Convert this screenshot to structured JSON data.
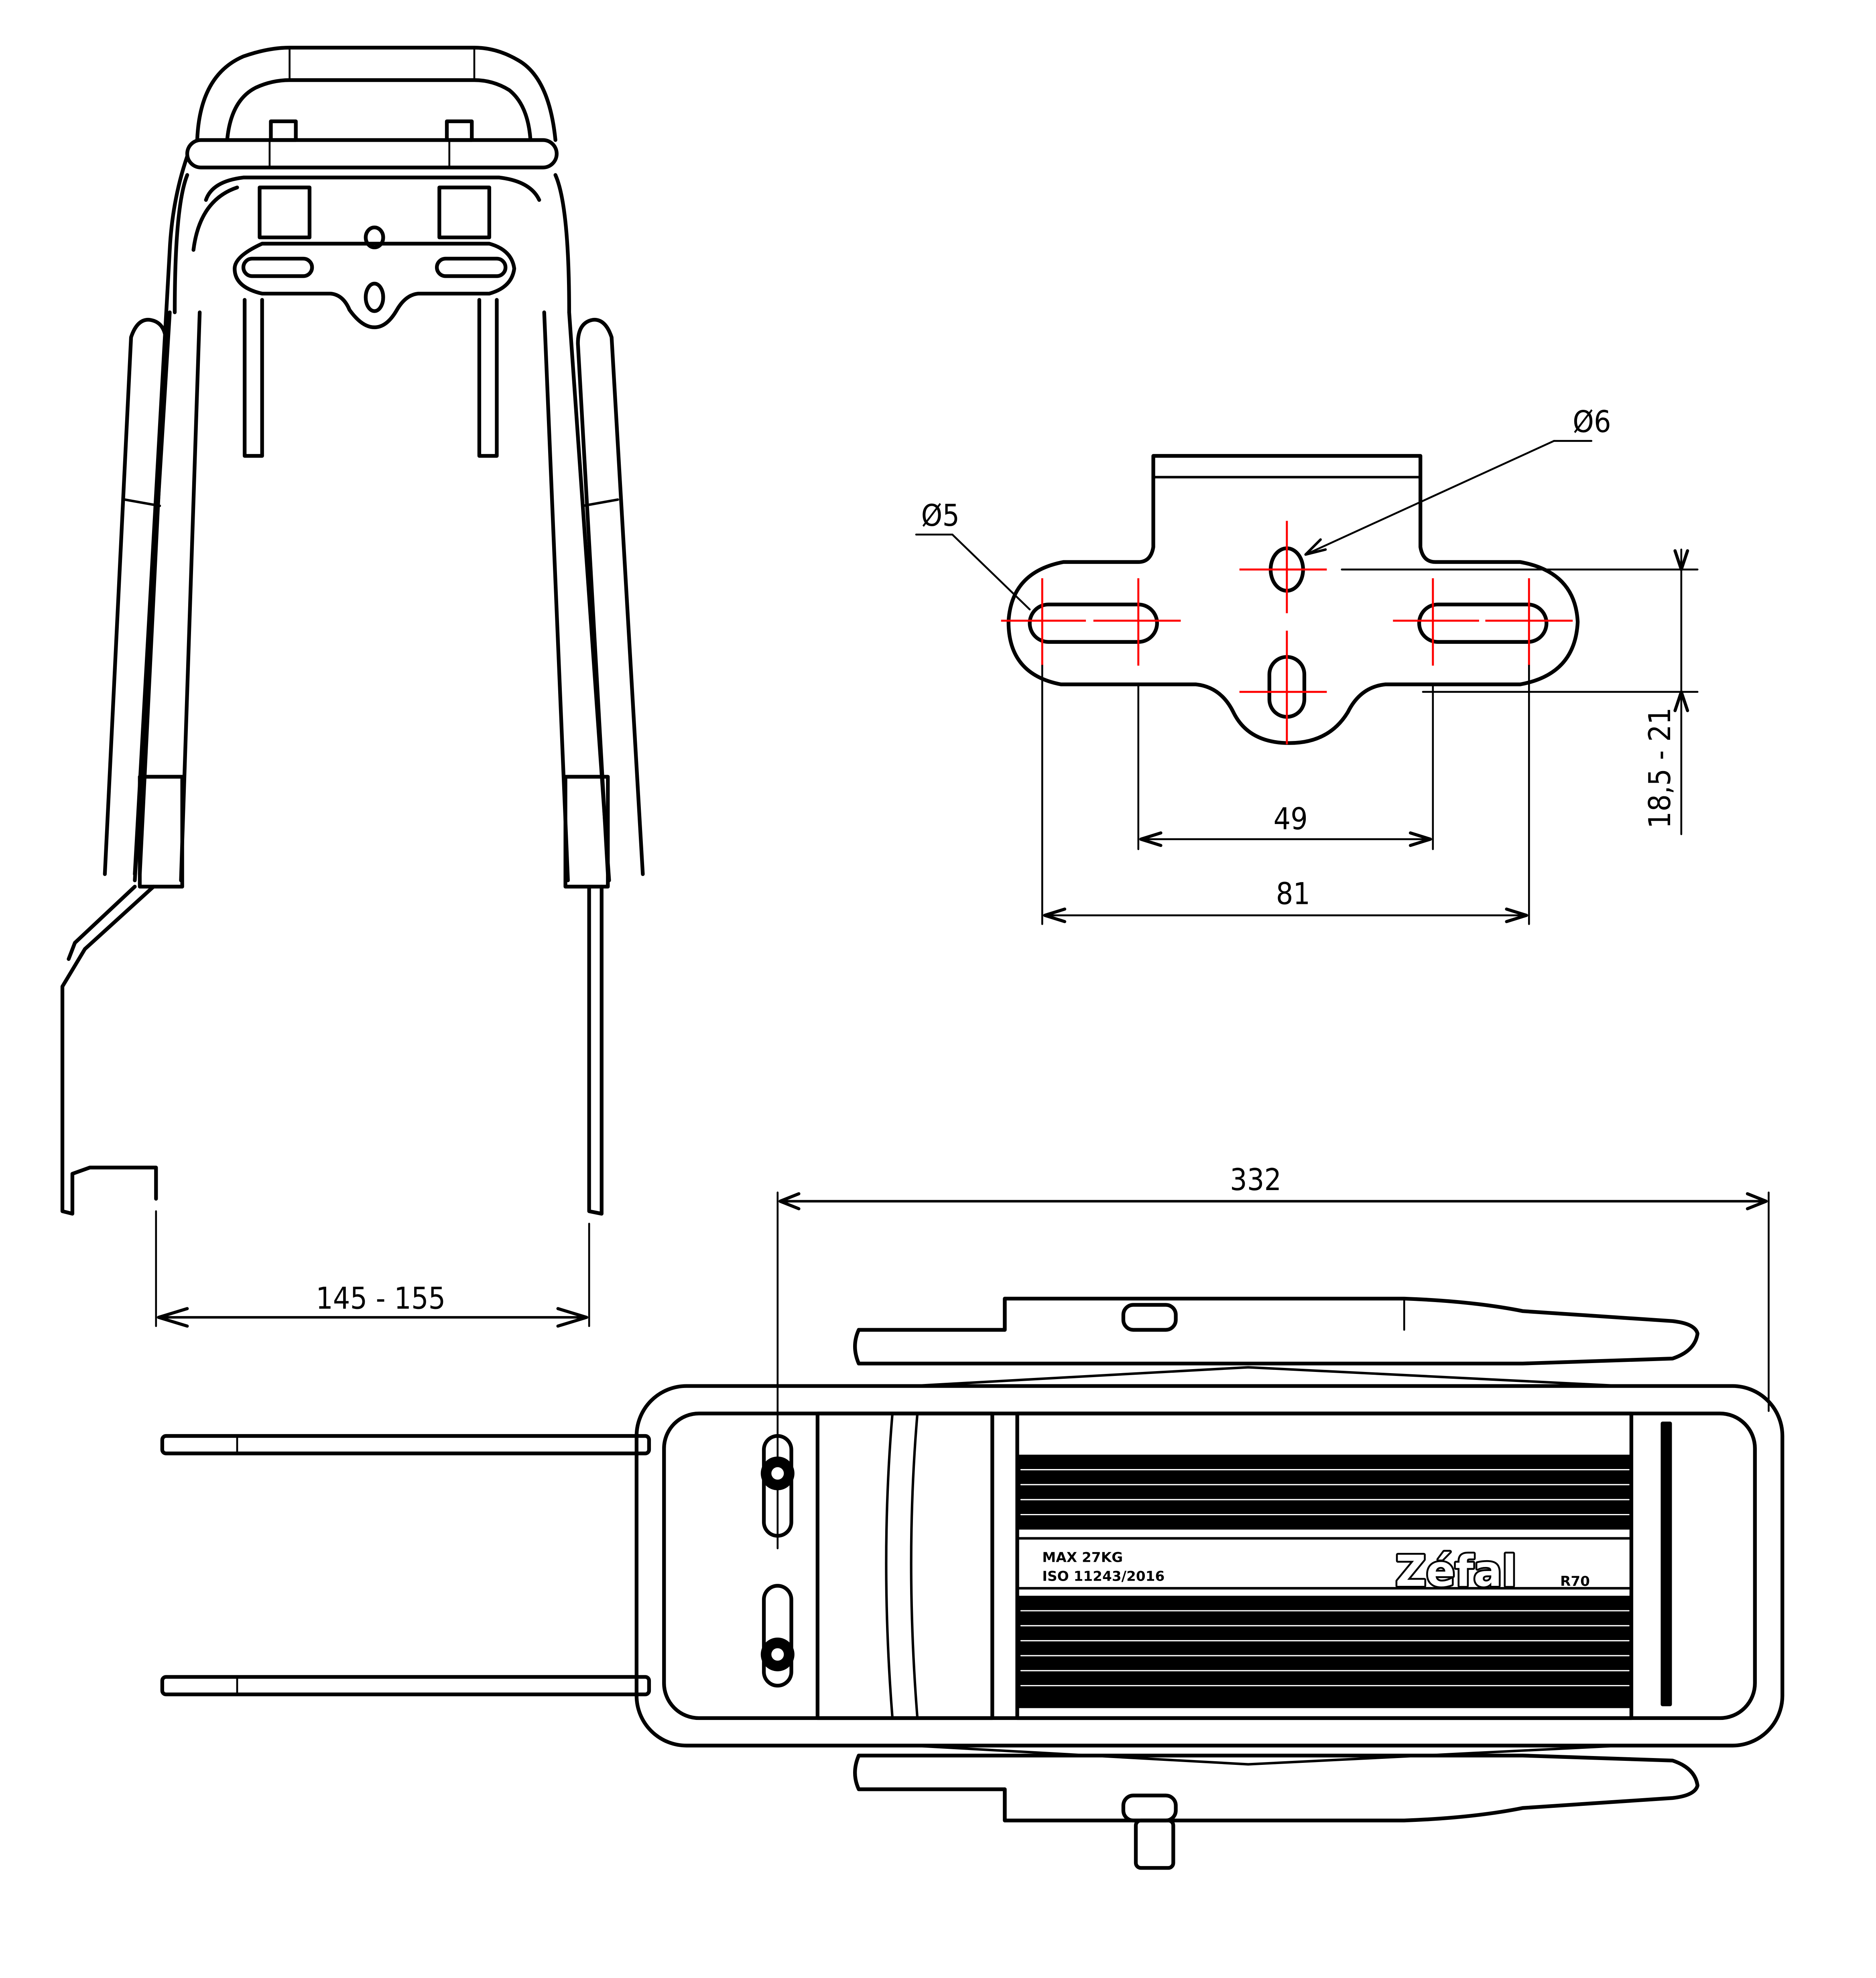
{
  "drawing": {
    "subject": "Zéfal R70 rear bike rack technical drawing",
    "line_color": "#000000",
    "centerline_color": "#ff0000",
    "background": "#ffffff"
  },
  "views": {
    "front_view": {
      "dimension_width": "145 - 155"
    },
    "bracket_detail": {
      "hole_large": "Ø6",
      "hole_small": "Ø5",
      "dimension_inner": "49",
      "dimension_outer": "81",
      "dimension_vertical": "18,5 - 21"
    },
    "top_view": {
      "dimension_length": "332",
      "platform_label_line1": "MAX 27KG",
      "platform_label_line2": "ISO 11243/2016",
      "brand": "Zéfal",
      "model": "R70"
    }
  }
}
